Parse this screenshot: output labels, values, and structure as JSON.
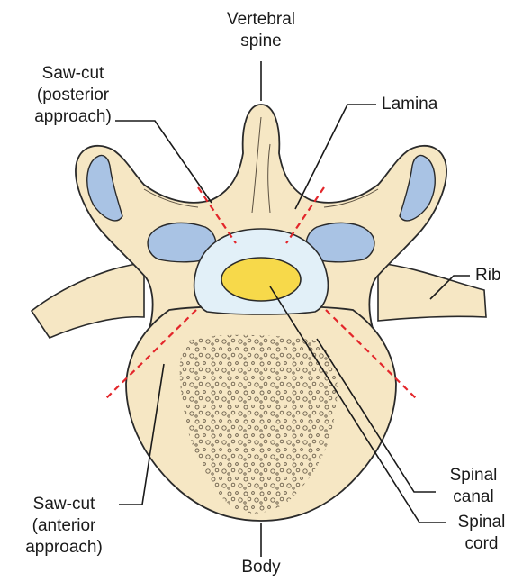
{
  "labels": {
    "vertebral_spine": [
      "Vertebral",
      "spine"
    ],
    "saw_cut_posterior": [
      "Saw-cut",
      "(posterior",
      "approach)"
    ],
    "lamina": "Lamina",
    "rib": "Rib",
    "spinal_canal": [
      "Spinal",
      "canal"
    ],
    "spinal_cord": [
      "Spinal",
      "cord"
    ],
    "saw_cut_anterior": [
      "Saw-cut",
      "(anterior",
      "approach)"
    ],
    "body": "Body"
  },
  "colors": {
    "bone": "#f6e7c4",
    "bone_outline": "#2a2a2a",
    "facet_blue": "#a9c3e4",
    "canal": "#e2f0f8",
    "cord": "#f7d94a",
    "saw_cut": "#e3262b",
    "leader": "#1a1a1a"
  }
}
